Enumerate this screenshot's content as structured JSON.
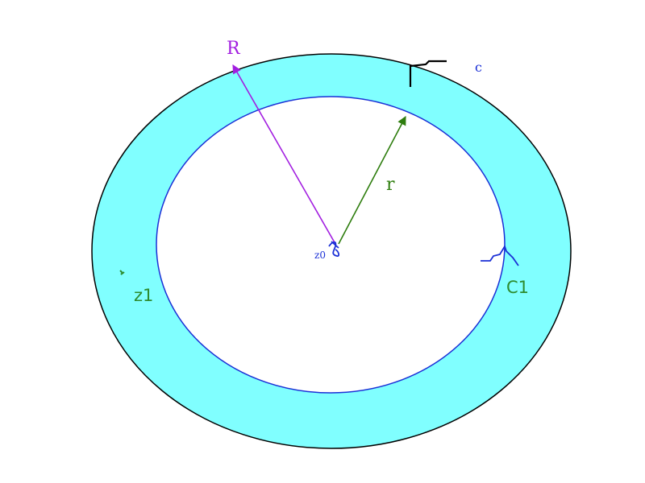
{
  "labels": {
    "R": "R",
    "r": "r",
    "c": "c",
    "z0": "z0",
    "z1": "z1",
    "C1": "C1"
  },
  "colors": {
    "annulus_fill": "#80ffff",
    "outer_circle": "#000000",
    "inner_circle": "#1a2fd6",
    "R_arrow": "#a21ee0",
    "r_arrow": "#2e7d0e",
    "z1_label": "#2e8b2e",
    "C1_label": "#2e8b2e",
    "c_label": "#1a2fd6",
    "z0_label": "#1a2fd6"
  }
}
